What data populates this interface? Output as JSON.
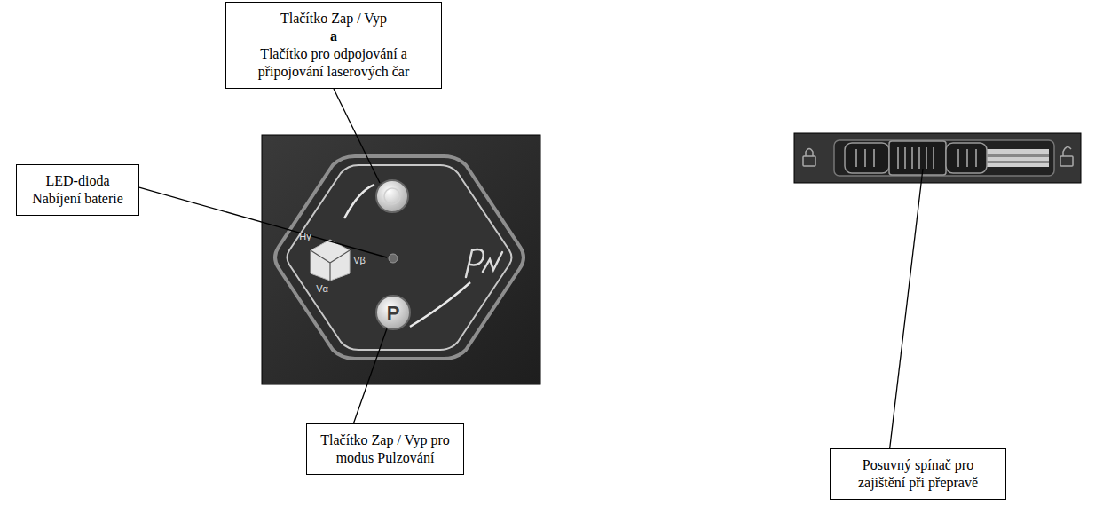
{
  "diagram": {
    "nodes": [
      {
        "text": [
          "Tlačítko Zap / Vyp",
          "a",
          "Tlačítko pro odpojování a připojování laserových čar"
        ]
      },
      {
        "text": [
          "LED-dioda Nabíjení baterie"
        ]
      },
      {
        "text": [
          "Tlačítko Zap / Vyp pro modus Pulzování"
        ]
      },
      {
        "text": [
          "Posuvný spínač pro zajištění při přepravě"
        ]
      }
    ],
    "labels": [
      "Hγ",
      "Vβ",
      "Vα",
      "P"
    ]
  }
}
